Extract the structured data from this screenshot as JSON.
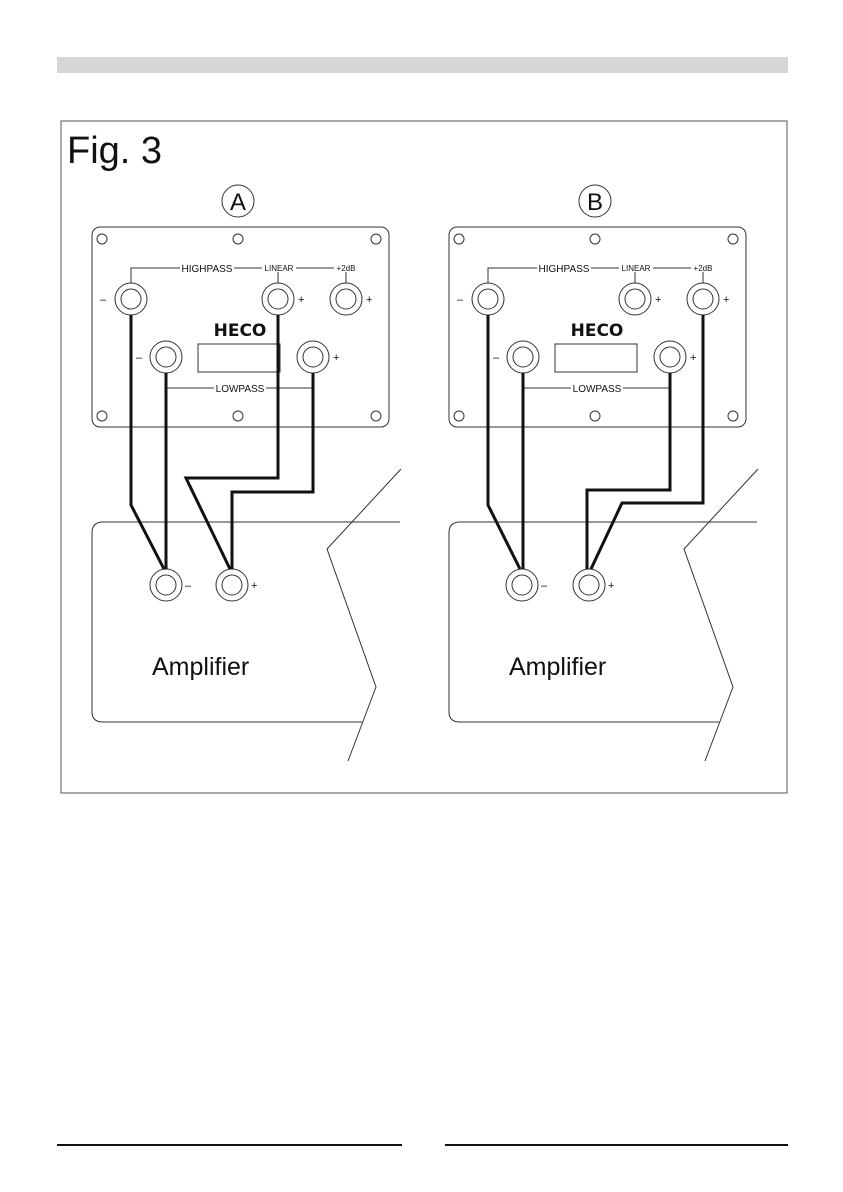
{
  "figure": {
    "title": "Fig. 3",
    "panels": [
      {
        "marker": "A",
        "terminal_panel": {
          "highpass_label": "HIGHPASS",
          "linear_label": "LINEAR",
          "boost_label": "+2dB",
          "brand": "HECO",
          "lowpass_label": "LOWPASS"
        },
        "amplifier_label": "Amplifier",
        "minus_sign": "–",
        "plus_sign": "+",
        "wiring_mode": "linear"
      },
      {
        "marker": "B",
        "terminal_panel": {
          "highpass_label": "HIGHPASS",
          "linear_label": "LINEAR",
          "boost_label": "+2dB",
          "brand": "HECO",
          "lowpass_label": "LOWPASS"
        },
        "amplifier_label": "Amplifier",
        "minus_sign": "–",
        "plus_sign": "+",
        "wiring_mode": "+2dB"
      }
    ]
  }
}
